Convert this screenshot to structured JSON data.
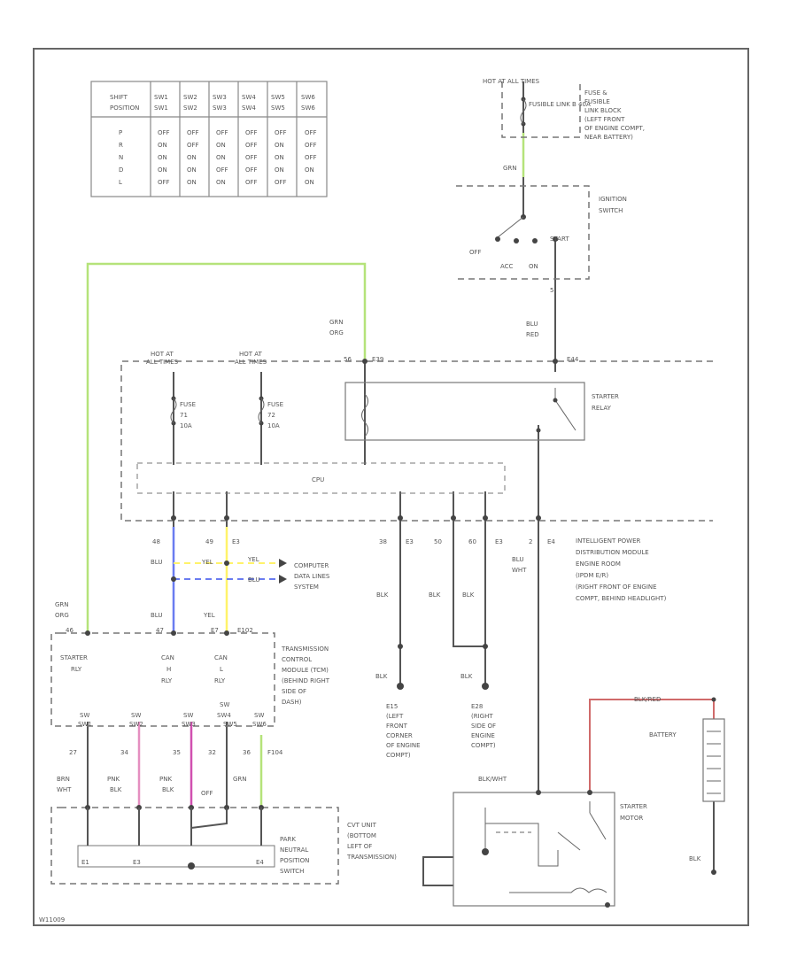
{
  "switch_table": {
    "headers": [
      "SHIFT POSITION",
      "SW1 SW1",
      "SW2 SW2",
      "SW3 SW3",
      "SW4 SW4",
      "SW5 SW5",
      "SW6 SW6"
    ],
    "rows": [
      [
        "P",
        "OFF",
        "OFF",
        "OFF",
        "OFF",
        "OFF",
        "OFF"
      ],
      [
        "R",
        "ON",
        "OFF",
        "ON",
        "OFF",
        "ON",
        "OFF"
      ],
      [
        "N",
        "ON",
        "ON",
        "ON",
        "OFF",
        "ON",
        "OFF"
      ],
      [
        "D",
        "ON",
        "ON",
        "OFF",
        "OFF",
        "ON",
        "ON"
      ],
      [
        "L",
        "OFF",
        "ON",
        "ON",
        "OFF",
        "OFF",
        "ON"
      ]
    ]
  },
  "fuse_block": {
    "hot": "HOT AT ALL TIMES",
    "fusible_link": "FUSIBLE LINK B 40A",
    "desc": [
      "FUSE &",
      "FUSIBLE",
      "LINK BLOCK",
      "(LEFT FRONT",
      "OF ENGINE COMPT,",
      "NEAR BATTERY)"
    ]
  },
  "wires": {
    "grn_top": "GRN",
    "grn_org_top": [
      "GRN",
      "ORG"
    ],
    "blu_red": [
      "BLU",
      "RED"
    ],
    "blu_left": "BLU",
    "yel_left": "YEL",
    "yel_right": "YEL",
    "blu_right": "BLU",
    "blu_lower": "BLU",
    "yel_lower": "YEL",
    "grn_org_left": [
      "GRN",
      "ORG"
    ],
    "blk1": "BLK",
    "blk2": "BLK",
    "blk3": "BLK",
    "blu_wht": [
      "BLU",
      "WHT"
    ],
    "blk_g1": "BLK",
    "blk_g2": "BLK",
    "blk_wht": "BLK/WHT",
    "blk_red": "BLK/RED",
    "blk_bottom": "BLK",
    "brn_wht": [
      "BRN",
      "WHT"
    ],
    "pnk_blk1": [
      "PNK",
      "BLK"
    ],
    "pnk_blk2": [
      "PNK",
      "BLK"
    ],
    "grn_bottom": "GRN",
    "off": "OFF"
  },
  "ignition_switch": {
    "label": [
      "IGNITION",
      "SWITCH"
    ],
    "off": "OFF",
    "start": "START",
    "acc": "ACC",
    "on": "ON",
    "pin": "5"
  },
  "ipdm": {
    "hot1": [
      "HOT AT",
      "ALL TIMES"
    ],
    "hot2": [
      "HOT AT",
      "ALL TIMES"
    ],
    "fuse1": [
      "FUSE",
      "71",
      "10A"
    ],
    "fuse2": [
      "FUSE",
      "72",
      "10A"
    ],
    "cpu": "CPU",
    "relay": [
      "STARTER",
      "RELAY"
    ],
    "pin_top1": "56",
    "conn_top1": "E39",
    "conn_top2": "E44",
    "desc": [
      "INTELLIGENT POWER",
      "DISTRIBUTION MODULE",
      "ENGINE ROOM",
      "(IPDM E/R)",
      "(RIGHT FRONT OF ENGINE",
      "COMPT, BEHIND HEADLIGHT)"
    ],
    "pins_bottom": [
      "48",
      "49",
      "E3",
      "38",
      "E3",
      "50",
      "60",
      "E3",
      "2",
      "E4"
    ]
  },
  "data_lines": [
    "COMPUTER",
    "DATA LINES",
    "SYSTEM"
  ],
  "tcm": {
    "desc": [
      "TRANSMISSION",
      "CONTROL",
      "MODULE (TCM)",
      "(BEHIND RIGHT",
      "SIDE OF",
      "DASH)"
    ],
    "starter_rly": [
      "STARTER",
      "RLY"
    ],
    "can_h": [
      "CAN",
      "H",
      "RLY"
    ],
    "can_l": [
      "CAN",
      "L",
      "RLY"
    ],
    "pins_top": [
      "46",
      "47",
      "E7",
      "E102"
    ],
    "sw_labels": [
      [
        "SW",
        "SW1"
      ],
      [
        "SW",
        "SW2"
      ],
      [
        "SW",
        "SW3"
      ],
      [
        "SW",
        "SW4",
        "SW5"
      ],
      [
        "SW",
        "SW6"
      ]
    ],
    "pins_bottom": [
      "27",
      "34",
      "35",
      "32",
      "36"
    ],
    "conn": "F104"
  },
  "grounds": {
    "e15": [
      "E15",
      "(LEFT",
      "FRONT",
      "CORNER",
      "OF ENGINE",
      "COMPT)"
    ],
    "e28": [
      "E28",
      "(RIGHT",
      "SIDE OF",
      "ENGINE",
      "COMPT)"
    ]
  },
  "battery": "BATTERY",
  "starter_motor": [
    "STARTER",
    "MOTOR"
  ],
  "cvt": {
    "desc": [
      "CVT UNIT",
      "(BOTTOM",
      "LEFT OF",
      "TRANSMISSION)"
    ],
    "pnp": [
      "PARK",
      "NEUTRAL",
      "POSITION",
      "SWITCH"
    ],
    "pins": [
      "E1",
      "E3",
      "E4"
    ]
  },
  "diagram_id": "W11009",
  "colors": {
    "green": "#b5e37a",
    "blue": "#6a7cf0",
    "yellow": "#fff36a",
    "pink": "#e58fc0",
    "magenta": "#d050b0",
    "red": "#d06a6a",
    "ink": "#555555"
  }
}
